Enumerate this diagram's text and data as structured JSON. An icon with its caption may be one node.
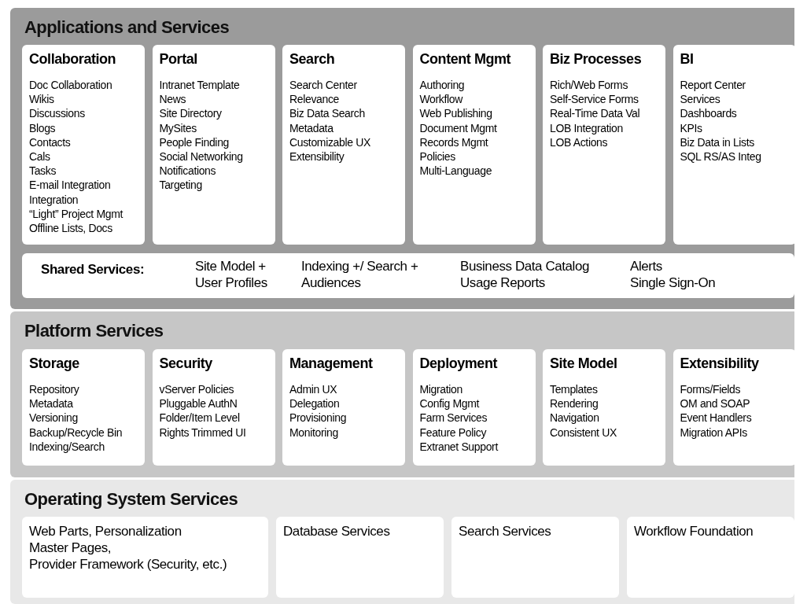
{
  "diagram": {
    "nodes": [
      {
        "text": [
          "Applications and Services"
        ]
      },
      {
        "text": [
          "Collaboration",
          "Doc Collaboration",
          "Wikis",
          "Discussions",
          "Blogs",
          "Contacts",
          "Cals",
          "Tasks",
          "E-mail Integration",
          "Integration",
          "“Light” Project Mgmt",
          "Offline Lists, Docs"
        ],
        "in": 0
      },
      {
        "text": [
          "Portal",
          "Intranet Template",
          "News",
          "Site Directory",
          "MySites",
          "People Finding",
          "Social Networking",
          "Notifications",
          "Targeting"
        ],
        "in": 0
      },
      {
        "text": [
          "Search",
          "Search Center",
          "Relevance",
          "Biz Data Search",
          "Metadata",
          "Customizable UX",
          "Extensibility"
        ],
        "in": 0
      },
      {
        "text": [
          "Content Mgmt",
          "Authoring",
          "Workflow",
          "Web Publishing",
          "Document Mgmt",
          "Records Mgmt",
          "Policies",
          "Multi-Language"
        ],
        "in": 0
      },
      {
        "text": [
          "Biz Processes",
          "Rich/Web Forms",
          "Self-Service Forms",
          "Real-Time Data Val",
          "LOB Integration",
          "LOB Actions"
        ],
        "in": 0
      },
      {
        "text": [
          "BI",
          "Report Center",
          "Services",
          "Dashboards",
          "KPIs",
          "Biz Data in Lists",
          "SQL RS/AS Integ"
        ],
        "in": 0
      },
      {
        "text": [
          "Shared Services:",
          "Site Model +",
          "User Profiles",
          "Indexing +/ Search +",
          "Audiences",
          "Business Data Catalog",
          "Usage Reports",
          "Alerts",
          "Single Sign-On"
        ],
        "in": 0
      },
      {
        "text": [
          "Platform Services"
        ]
      },
      {
        "text": [
          "Storage",
          "Repository",
          "Metadata",
          "Versioning",
          "Backup/Recycle Bin",
          "Indexing/Search"
        ],
        "in": 8
      },
      {
        "text": [
          "Security",
          "vServer Policies",
          "Pluggable AuthN",
          "Folder/Item Level",
          "Rights Trimmed UI"
        ],
        "in": 8
      },
      {
        "text": [
          "Management",
          "Admin UX",
          "Delegation",
          "Provisioning",
          "Monitoring"
        ],
        "in": 8
      },
      {
        "text": [
          "Deployment",
          "Migration",
          "Config Mgmt",
          "Farm Services",
          "Feature Policy",
          "Extranet Support"
        ],
        "in": 8
      },
      {
        "text": [
          "Site Model",
          "Templates",
          "Rendering",
          "Navigation",
          "Consistent UX"
        ],
        "in": 8
      },
      {
        "text": [
          "Extensibility",
          "Forms/Fields",
          "OM and SOAP",
          "Event Handlers",
          "Migration APIs"
        ],
        "in": 8
      },
      {
        "text": [
          "Operating System Services"
        ]
      },
      {
        "text": [
          "Web Parts, Personalization",
          "Master Pages,",
          "Provider Framework (Security, etc.)"
        ],
        "in": 15
      },
      {
        "text": [
          "Database Services"
        ],
        "in": 15
      },
      {
        "text": [
          "Search Services"
        ],
        "in": 15
      },
      {
        "text": [
          "Workflow Foundation"
        ],
        "in": 15
      }
    ]
  }
}
